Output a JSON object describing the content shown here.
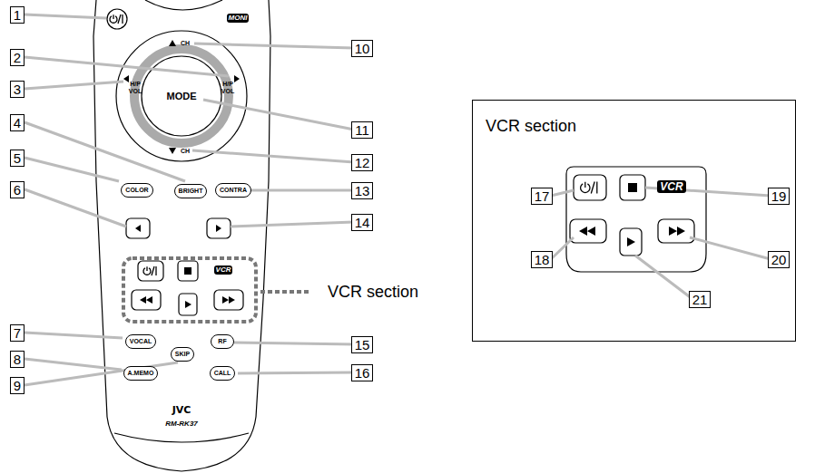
{
  "diagram": {
    "nodes": [
      {
        "text": [
          "MODE"
        ]
      },
      {
        "text": [
          "COLOR"
        ]
      },
      {
        "text": [
          "BRIGHT"
        ]
      },
      {
        "text": [
          "CONTRA"
        ]
      },
      {
        "text": [
          "VOCAL"
        ]
      },
      {
        "text": [
          "SKIP"
        ]
      },
      {
        "text": [
          "RF"
        ]
      },
      {
        "text": [
          "A.MEMO"
        ]
      },
      {
        "text": [
          "CALL"
        ]
      },
      {
        "text": [
          "VCR section"
        ]
      }
    ],
    "labels": [
      "1",
      "2",
      "3",
      "4",
      "5",
      "6",
      "7",
      "8",
      "9",
      "10",
      "11",
      "12",
      "13",
      "14",
      "15",
      "16",
      "MONI",
      "CH",
      "H/P VOL",
      "H/P VOL",
      "CH",
      "VCR",
      "VCR section",
      "JVC",
      "RM-RK37",
      "17",
      "18",
      "19",
      "20",
      "21",
      "VCR"
    ]
  }
}
